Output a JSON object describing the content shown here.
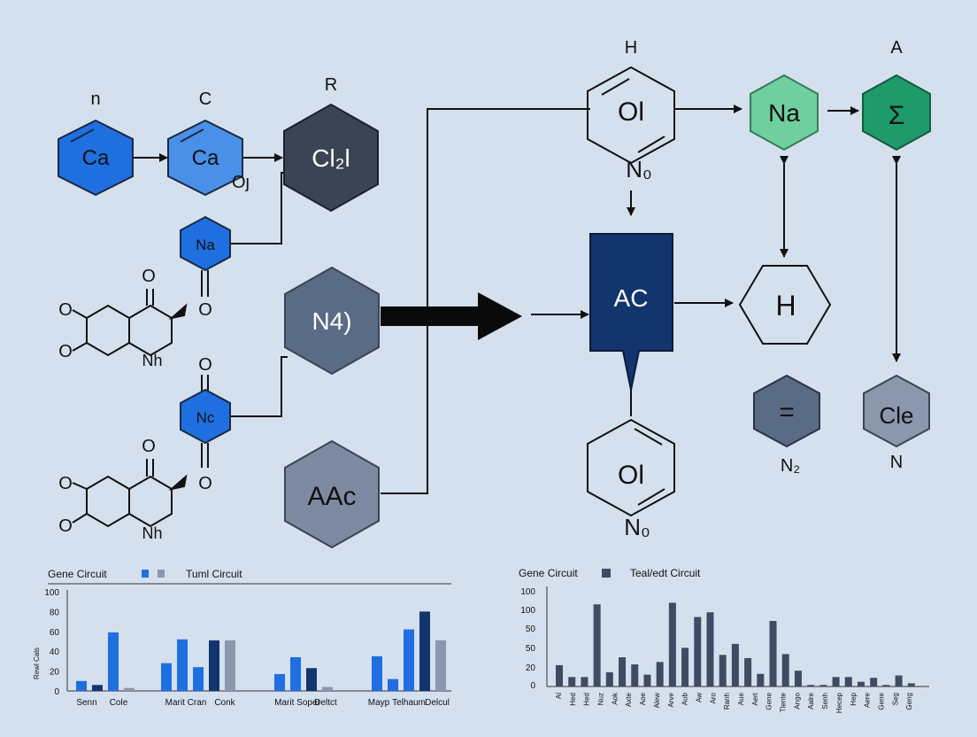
{
  "colors": {
    "background": "#d5e0ee",
    "blue_bright": "#1f6fe0",
    "blue_light": "#4a90e8",
    "slate_dark": "#3a4454",
    "slate_mid": "#5a6b85",
    "slate_grey": "#7d8aa2",
    "navy": "#12356e",
    "green_light": "#6fcf9f",
    "green_dark": "#1e9a6b",
    "bar_dark": "#3e4b63",
    "bar_light": "#8a97ad"
  },
  "diagram": {
    "labels": {
      "n_top": "n",
      "c_top": "C",
      "r_top": "R",
      "h_top": "H",
      "a_top": "A",
      "ca1": "Ca",
      "ca2": "Ca",
      "ol_small": "Oȷ",
      "cl2": "Cl₂l",
      "na_small": "Na",
      "nc_small": "Nc",
      "o_a1": "O",
      "o_a2": "O",
      "o_b1": "O",
      "o_b2": "O",
      "ring1_o1": "O",
      "ring1_o2": "O",
      "ring1_o3": "O",
      "ring1_n": "Nh",
      "ring2_o1": "O",
      "ring2_o2": "O",
      "ring2_o3": "O",
      "ring2_n": "Nh",
      "n4": "N4)",
      "aac": "AAc",
      "ol_top": "Ol",
      "n0_top": "N₀",
      "ac": "AC",
      "ol_bottom": "Ol",
      "n0_bottom": "N₀",
      "na_green": "Na",
      "sigma": "Σ",
      "h_hex": "H",
      "eq": "=",
      "n2": "N₂",
      "cle": "Cle",
      "n_bottom": "N"
    }
  },
  "chart_data": [
    {
      "type": "bar",
      "title": "Gene Circuit",
      "legend": [
        "",
        "Tuml Circuit"
      ],
      "ylabel": "Rewl Cals",
      "yticks": [
        0,
        20,
        40,
        60,
        80,
        100
      ],
      "ylim": [
        0,
        100
      ],
      "xtick_labels": [
        "Senn",
        "Cole",
        "Marit Cran",
        "Conk",
        "Marit Soper",
        "Deltct",
        "Mayp",
        "Telhaum",
        "Delcul"
      ],
      "groups": [
        {
          "values": [
            10,
            6,
            59,
            3
          ]
        },
        {
          "values": [
            28,
            52,
            24,
            51,
            51
          ]
        },
        {
          "values": [
            17,
            34,
            23,
            4
          ]
        },
        {
          "values": [
            35,
            12,
            62,
            80,
            51
          ]
        }
      ]
    },
    {
      "type": "bar",
      "title": "Gene Circuit",
      "legend": [
        "Teal/edt Circuit"
      ],
      "yticks": [
        0,
        20,
        50,
        50,
        100,
        100
      ],
      "ylim": [
        0,
        120
      ],
      "xtick_labels": [
        "Al",
        "Hed",
        "Hed",
        "Nuz",
        "Aok",
        "Axte",
        "Aoe",
        "Alew",
        "Arve",
        "Aub",
        "Aw",
        "Aro",
        "Ranh",
        "Aue",
        "Aert",
        "Gene",
        "Tlente",
        "Ango",
        "Aalre",
        "Senh",
        "Hecep",
        "Hep",
        "Aere",
        "Gene",
        "Seg",
        "Geng"
      ],
      "values": [
        27,
        12,
        12,
        104,
        18,
        37,
        28,
        15,
        31,
        106,
        49,
        88,
        94,
        40,
        54,
        36,
        16,
        83,
        41,
        20,
        2,
        2,
        12,
        12,
        6,
        11,
        2,
        14,
        4
      ]
    }
  ]
}
